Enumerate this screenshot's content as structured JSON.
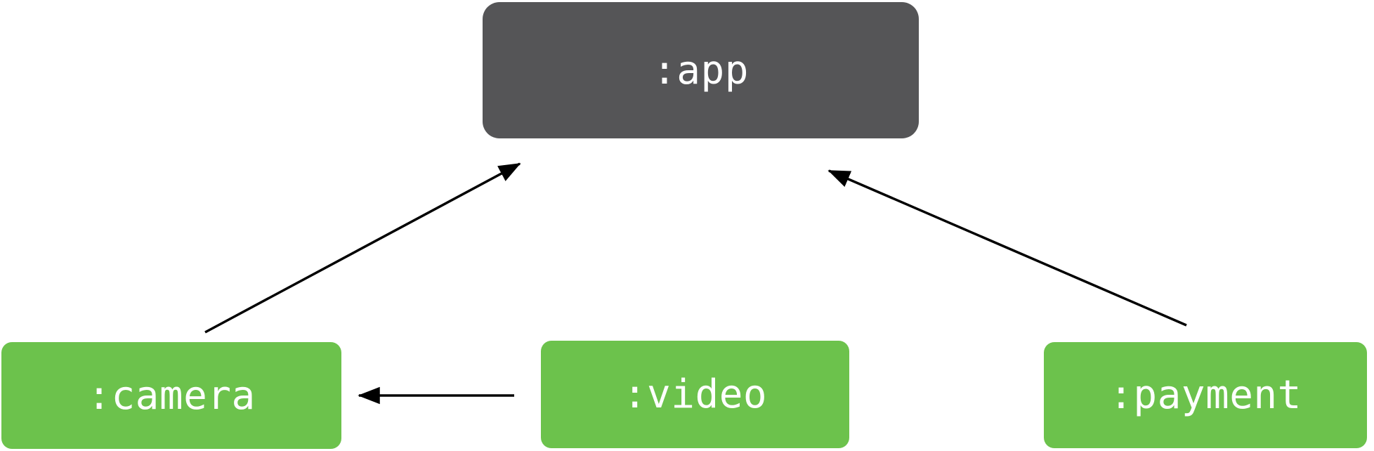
{
  "diagram": {
    "type": "module-dependency-graph",
    "background_color": "#ffffff",
    "arrow_color": "#000000",
    "nodes": [
      {
        "id": "app",
        "label": ":app",
        "role": "app-module",
        "fill_color": "#555557",
        "text_color": "#ffffff"
      },
      {
        "id": "camera",
        "label": ":camera",
        "role": "feature-module",
        "fill_color": "#6cc24c",
        "text_color": "#ffffff"
      },
      {
        "id": "video",
        "label": ":video",
        "role": "feature-module",
        "fill_color": "#6cc24c",
        "text_color": "#ffffff"
      },
      {
        "id": "payment",
        "label": ":payment",
        "role": "feature-module",
        "fill_color": "#6cc24c",
        "text_color": "#ffffff"
      }
    ],
    "edges": [
      {
        "from": ":camera",
        "to": ":app"
      },
      {
        "from": ":payment",
        "to": ":app"
      },
      {
        "from": ":video",
        "to": ":camera"
      }
    ]
  }
}
